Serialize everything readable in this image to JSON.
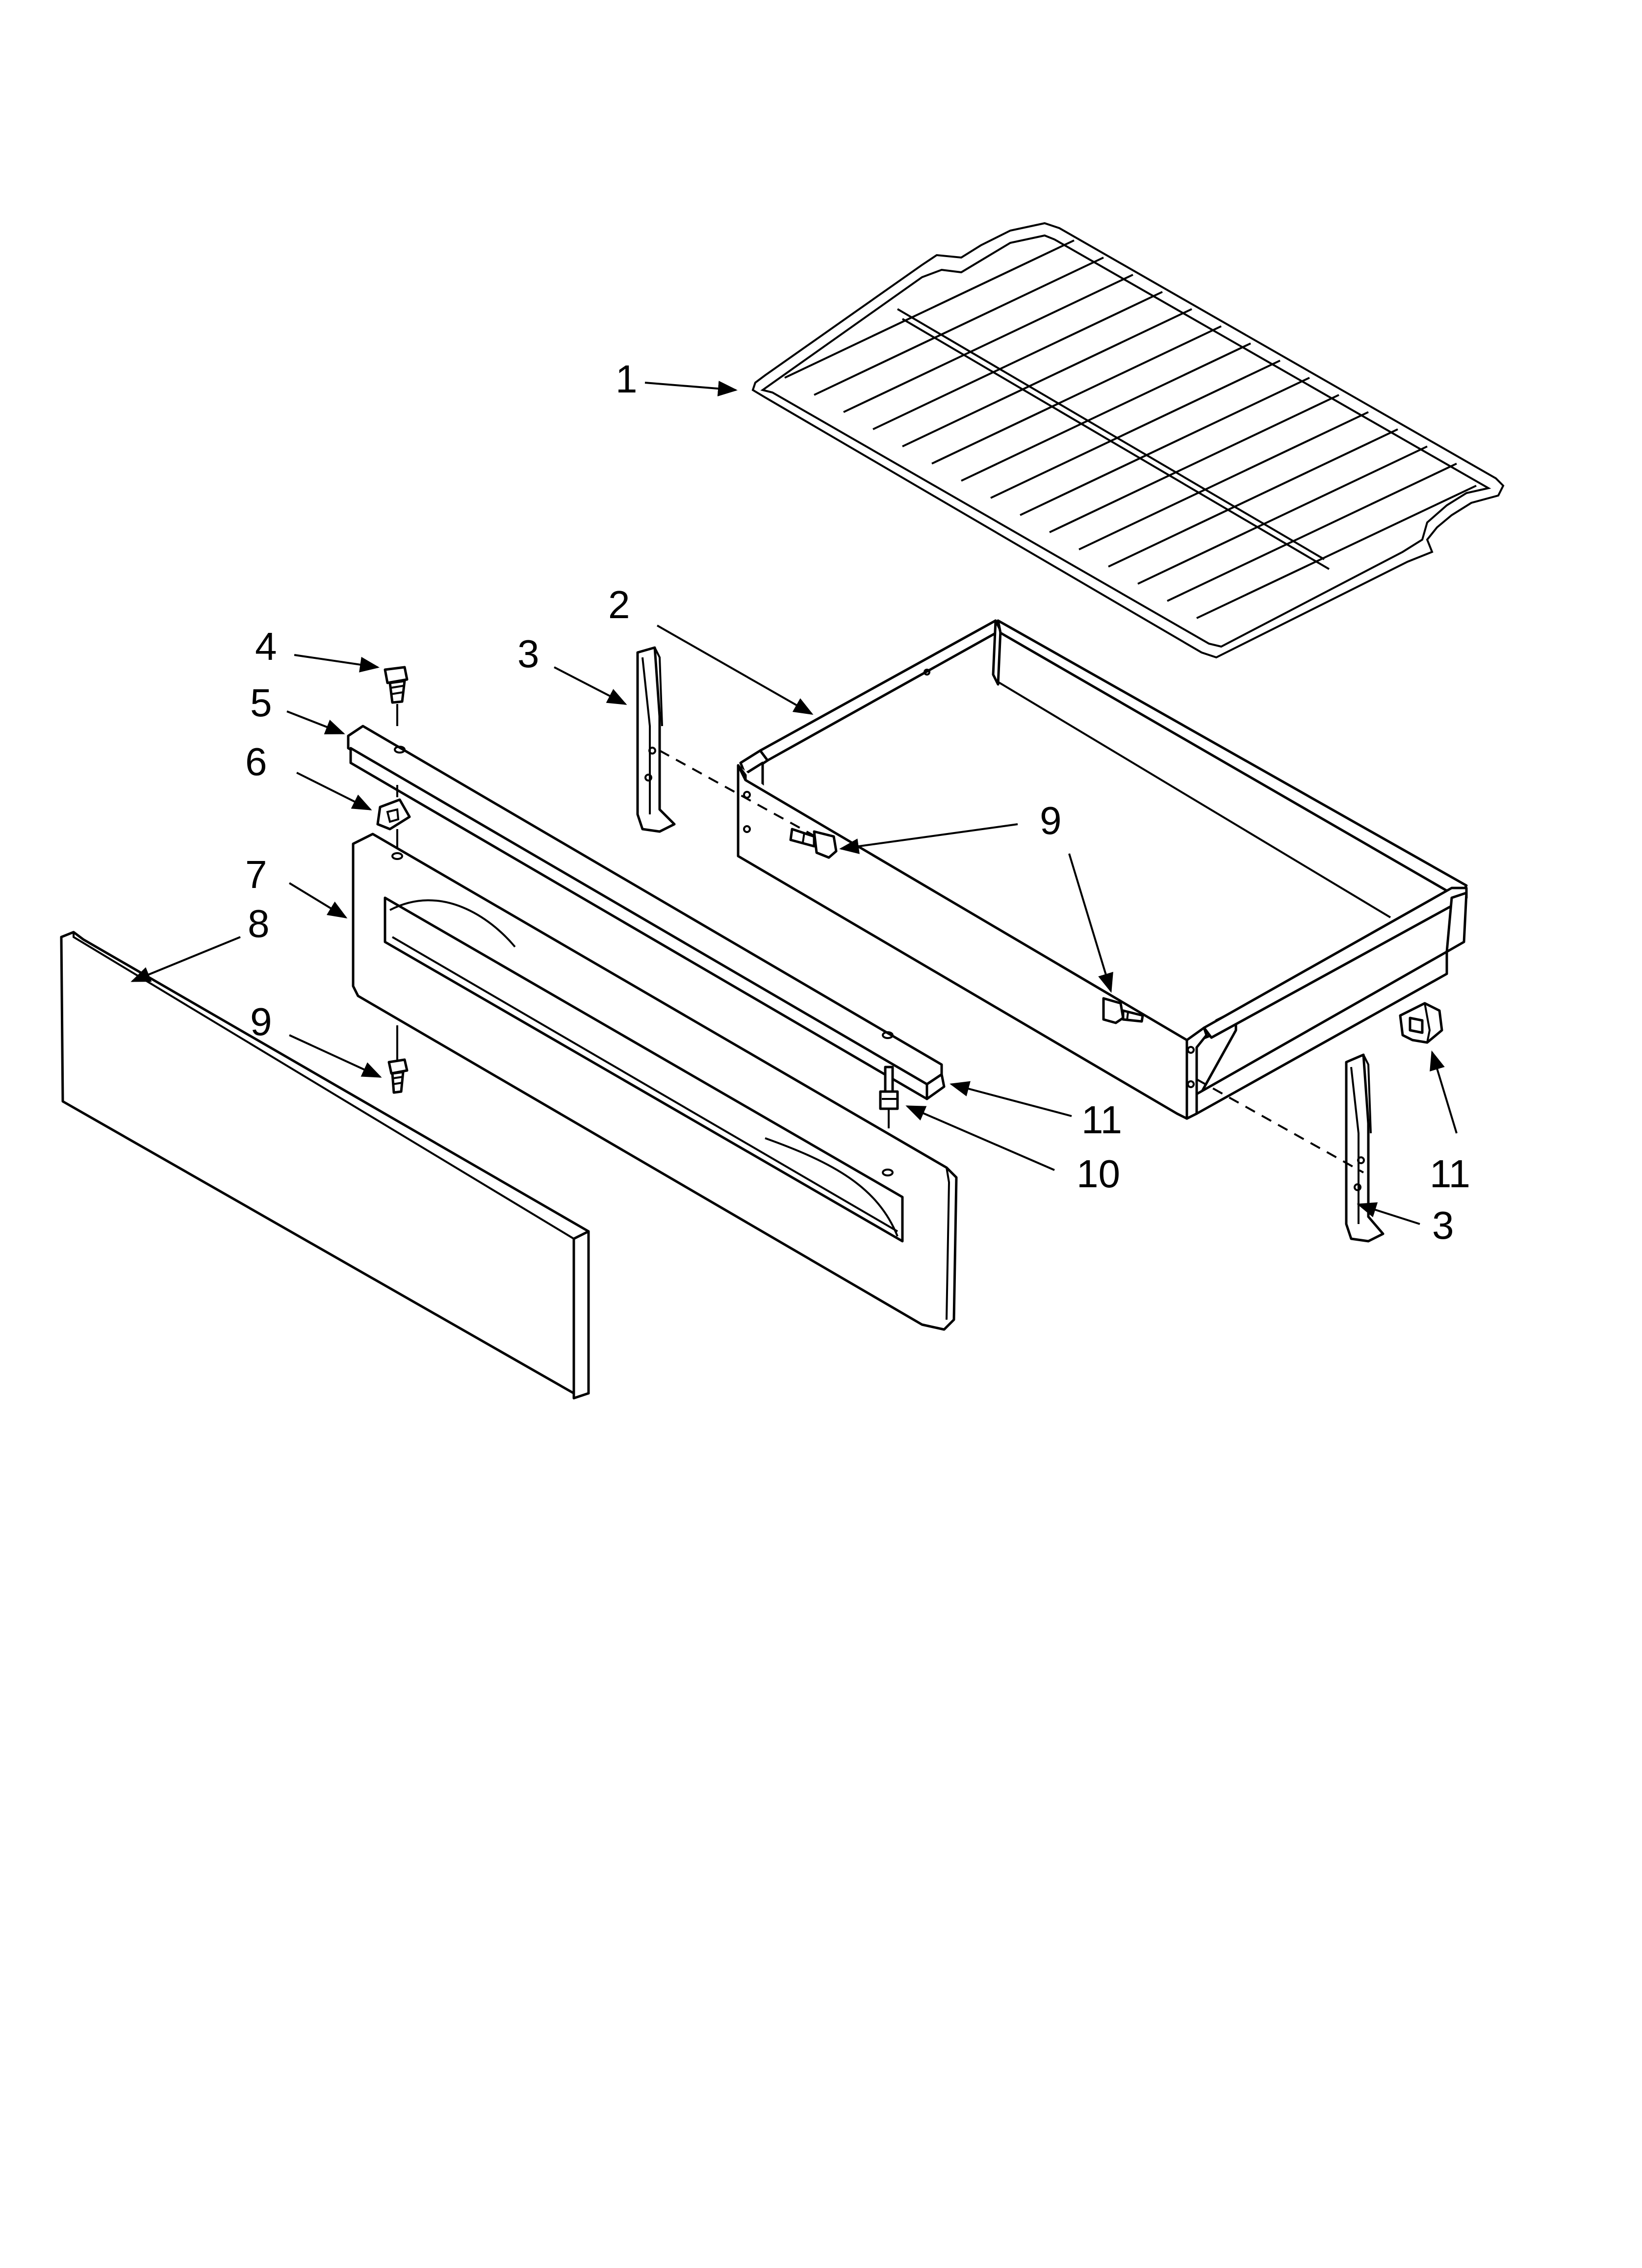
{
  "callouts": {
    "c1": "1",
    "c2": "2",
    "c3a": "3",
    "c3b": "3",
    "c4": "4",
    "c5": "5",
    "c6": "6",
    "c7": "7",
    "c8": "8",
    "c9a": "9",
    "c9b": "9",
    "c10": "10",
    "c11a": "11",
    "c11b": "11"
  }
}
